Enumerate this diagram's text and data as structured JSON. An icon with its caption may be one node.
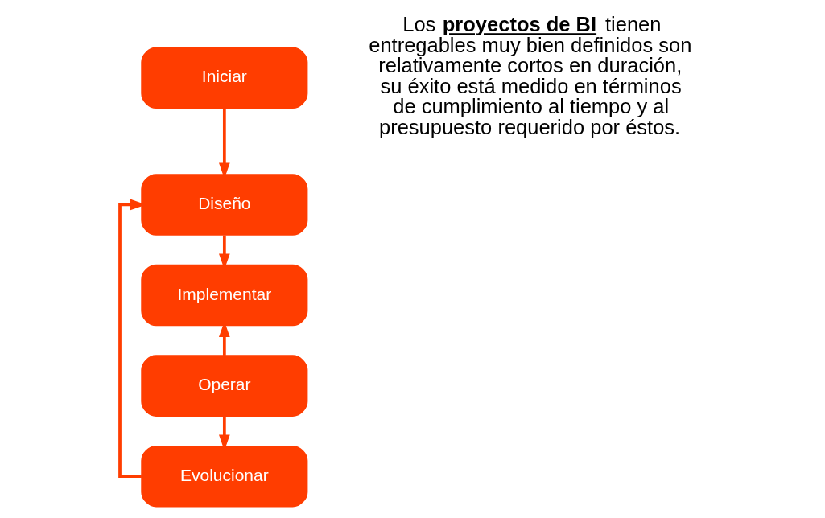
{
  "diagram": {
    "nodes": [
      {
        "text": [
          "Iniciar"
        ]
      },
      {
        "text": [
          "Diseño"
        ]
      },
      {
        "text": [
          "Implementar"
        ]
      },
      {
        "text": [
          "Operar"
        ]
      },
      {
        "text": [
          "Evolucionar"
        ]
      }
    ],
    "edges": [
      {
        "from": 0,
        "to": 1,
        "arrow": "to"
      },
      {
        "from": 1,
        "to": 2,
        "arrow": "to"
      },
      {
        "from": 3,
        "to": 2,
        "arrow": "to"
      },
      {
        "from": 3,
        "to": 4,
        "arrow": "to"
      },
      {
        "from": 4,
        "to": 1,
        "arrow": "to"
      }
    ],
    "labels": [
      "Los **proyectos de BI** tienen entregables muy bien definidos son relativamente cortos en duración, su éxito está medido en términos de cumplimiento al tiempo y al presupuesto requerido por éstos."
    ]
  }
}
